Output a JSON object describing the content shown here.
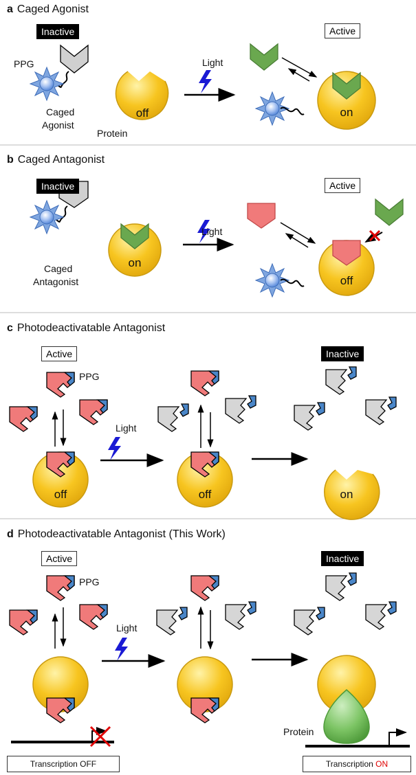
{
  "panel_a": {
    "letter": "a",
    "title": "Caged Agonist",
    "inactive_label": "Inactive",
    "active_label": "Active",
    "ppg_label": "PPG",
    "caged_agonist_line1": "Caged",
    "caged_agonist_line2": "Agonist",
    "protein_label": "Protein",
    "light_label": "Light",
    "state_before": "off",
    "state_after": "on"
  },
  "panel_b": {
    "letter": "b",
    "title": "Caged Antagonist",
    "inactive_label": "Inactive",
    "active_label": "Active",
    "caged_antagonist_line1": "Caged",
    "caged_antagonist_line2": "Antagonist",
    "light_label": "Light",
    "state_before": "on",
    "state_after": "off"
  },
  "panel_c": {
    "letter": "c",
    "title": "Photodeactivatable Antagonist",
    "active_label": "Active",
    "inactive_label": "Inactive",
    "ppg_label": "PPG",
    "light_label": "Light",
    "state_1": "off",
    "state_2": "off",
    "state_3": "on"
  },
  "panel_d": {
    "letter": "d",
    "title": "Photodeactivatable Antagonist (This Work)",
    "active_label": "Active",
    "inactive_label": "Inactive",
    "ppg_label": "PPG",
    "light_label": "Light",
    "protein_label": "Protein",
    "transcription_off_prefix": "Transcription ",
    "transcription_off_state": "OFF",
    "transcription_on_prefix": "Transcription ",
    "transcription_on_state": "ON"
  },
  "colors": {
    "protein_yellow": "#f7c520",
    "agonist_green": "#6aa84f",
    "antagonist_red": "#f07a7a",
    "ppg_blue": "#4a86c8",
    "inactive_grey": "#d0d0d0",
    "light_bolt": "#1a1ad4",
    "on_red": "#e00000"
  }
}
